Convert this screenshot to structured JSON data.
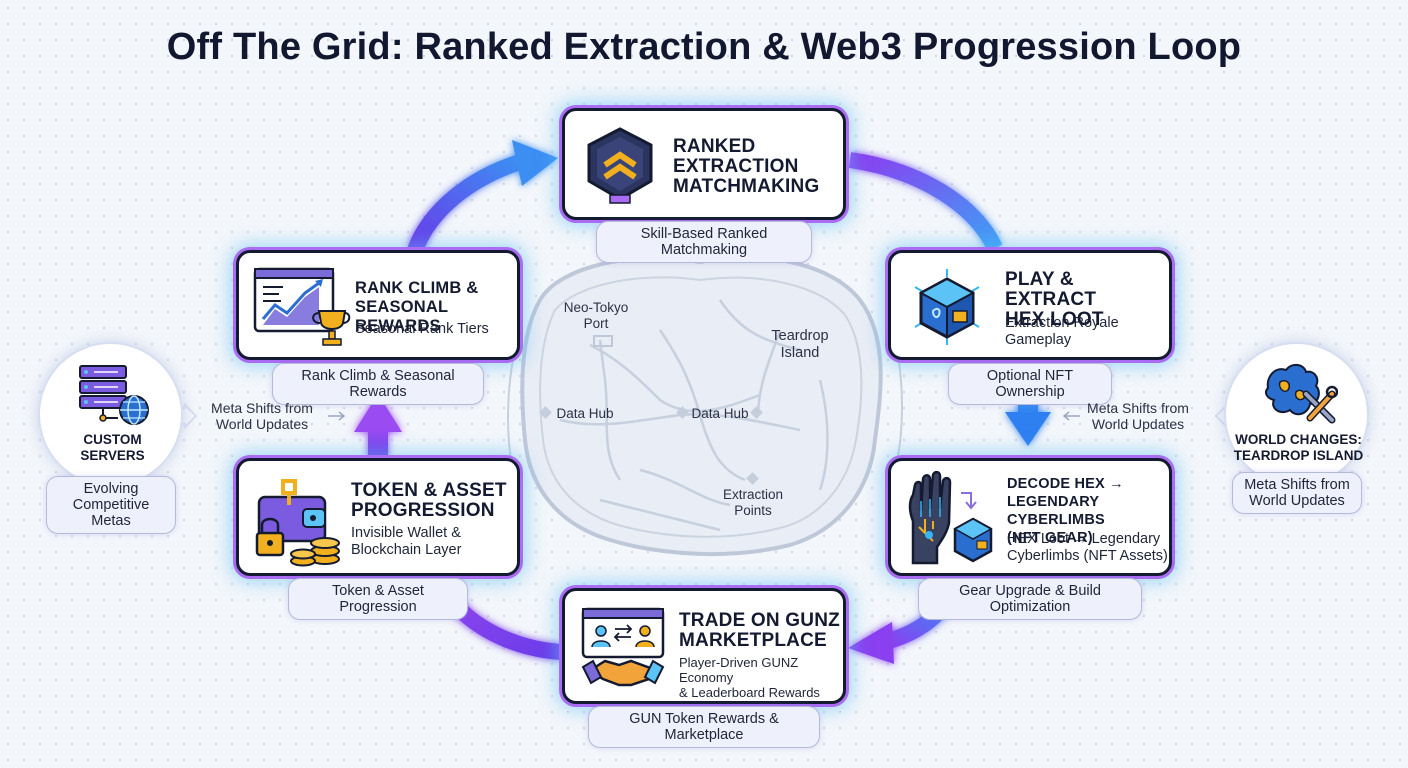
{
  "title": "Off The Grid: Ranked Extraction & Web3 Progression Loop",
  "colors": {
    "arrow_purple": "#7b3fe4",
    "arrow_blue": "#2d8bf2",
    "card_border": "#141a30",
    "card_glow": "#5abef5",
    "card_outline": "#a96cf2",
    "pill_bg": "#eef1fb"
  },
  "stages": {
    "ranked": {
      "icon": "chevron-shield-icon",
      "title_lines": [
        "RANKED",
        "EXTRACTION",
        "MATCHMAKING"
      ],
      "pill": "Skill-Based Ranked Matchmaking"
    },
    "play": {
      "icon": "hex-crate-icon",
      "title_lines": [
        "PLAY & EXTRACT",
        "HEX LOOT"
      ],
      "subtitle_lines": [
        "Extraction Royale",
        "Gameplay"
      ],
      "pill": "Optional NFT Ownership"
    },
    "decode": {
      "icon": "cyber-hand-icon",
      "title_lines": [
        "DECODE HEX →",
        "LEGENDARY CYBERLIMBS",
        "(NFT GEAR)"
      ],
      "subtitle_lines": [
        "HEX Loot → Legendary",
        "Cyberlimbs (NFT Assets)"
      ],
      "pill": "Gear Upgrade & Build Optimization"
    },
    "trade": {
      "icon": "handshake-icon",
      "title_lines": [
        "TRADE ON GUNZ",
        "MARKETPLACE"
      ],
      "subtitle_lines": [
        "Player-Driven GUNZ Economy",
        "& Leaderboard Rewards"
      ],
      "pill": "GUN Token Rewards & Marketplace"
    },
    "token": {
      "icon": "wallet-icon",
      "title_lines": [
        "TOKEN & ASSET",
        "PROGRESSION"
      ],
      "subtitle_lines": [
        "Invisible Wallet &",
        "Blockchain Layer"
      ],
      "pill": "Token & Asset Progression"
    },
    "rank": {
      "icon": "chart-trophy-icon",
      "title_lines": [
        "RANK CLIMB &",
        "SEASONAL REWARDS"
      ],
      "subtitle_lines": [
        "Seasonal Rank Tiers"
      ],
      "pill": "Rank Climb & Seasonal Rewards"
    }
  },
  "map_labels": {
    "neo_tokyo": [
      "Neo-Tokyo",
      "Port"
    ],
    "teardrop": [
      "Teardrop",
      "Island"
    ],
    "data_hub_left": "Data Hub",
    "data_hub_center": "Data Hub",
    "extraction": [
      "Extraction",
      "Points"
    ]
  },
  "side_left": {
    "icon": "server-globe-icon",
    "title_lines": [
      "CUSTOM",
      "SERVERS"
    ],
    "pill_lines": [
      "Evolving",
      "Competitive Metas"
    ],
    "note_lines": [
      "Meta Shifts from",
      "World Updates"
    ]
  },
  "side_right": {
    "icon": "map-wrench-icon",
    "title_lines": [
      "WORLD CHANGES:",
      "TEARDROP ISLAND"
    ],
    "pill_lines": [
      "Meta Shifts from",
      "World Updates"
    ],
    "note_lines": [
      "Meta Shifts from",
      "World Updates"
    ]
  }
}
